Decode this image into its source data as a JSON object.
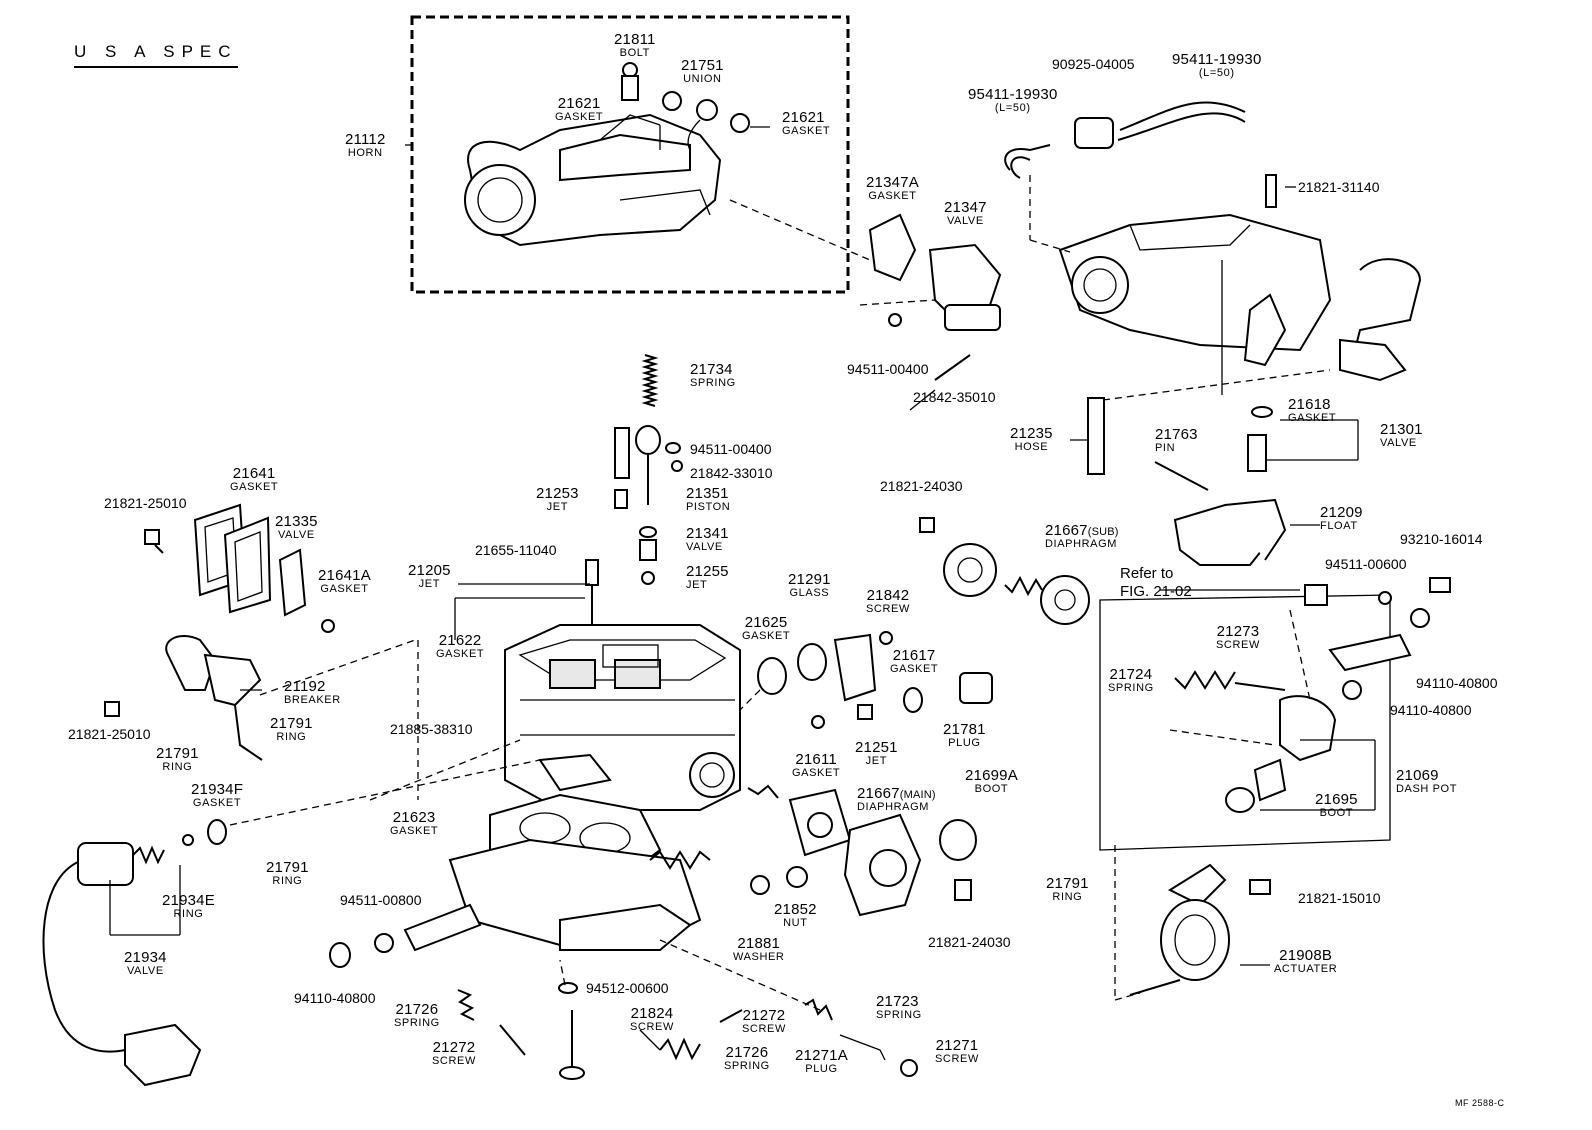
{
  "header": {
    "title": "U S A  SPEC"
  },
  "footer": {
    "code": "MF 2588-C"
  },
  "refer": {
    "line1": "Refer to",
    "line2": "FIG. 21-02"
  },
  "parts": {
    "p21811": {
      "number": "21811",
      "name": "BOLT"
    },
    "p21751": {
      "number": "21751",
      "name": "UNION"
    },
    "p21621a": {
      "number": "21621",
      "name": "GASKET"
    },
    "p21621b": {
      "number": "21621",
      "name": "GASKET"
    },
    "p21112": {
      "number": "21112",
      "name": "HORN"
    },
    "p21347a": {
      "number": "21347A",
      "name": "GASKET"
    },
    "p21347": {
      "number": "21347",
      "name": "VALVE"
    },
    "p90925": {
      "number": "90925-04005"
    },
    "p95411a": {
      "number": "95411-19930",
      "name": "(L=50)"
    },
    "p95411b": {
      "number": "95411-19930",
      "name": "(L=50)"
    },
    "p21821_31140": {
      "number": "21821-31140"
    },
    "p94511_00400a": {
      "number": "94511-00400"
    },
    "p21842_35010": {
      "number": "21842-35010"
    },
    "p21734": {
      "number": "21734",
      "name": "SPRING"
    },
    "p94511_00400b": {
      "number": "94511-00400"
    },
    "p21842_33010": {
      "number": "21842-33010"
    },
    "p21253": {
      "number": "21253",
      "name": "JET"
    },
    "p21351": {
      "number": "21351",
      "name": "PISTON"
    },
    "p21341": {
      "number": "21341",
      "name": "VALVE"
    },
    "p21255": {
      "number": "21255",
      "name": "JET"
    },
    "p21655": {
      "number": "21655-11040"
    },
    "p21205": {
      "number": "21205",
      "name": "JET"
    },
    "p21235": {
      "number": "21235",
      "name": "HOSE"
    },
    "p21763": {
      "number": "21763",
      "name": "PIN"
    },
    "p21618": {
      "number": "21618",
      "name": "GASKET"
    },
    "p21301": {
      "number": "21301",
      "name": "VALVE"
    },
    "p21209": {
      "number": "21209",
      "name": "FLOAT"
    },
    "p93210": {
      "number": "93210-16014"
    },
    "p94511_00600": {
      "number": "94511-00600"
    },
    "p21641": {
      "number": "21641",
      "name": "GASKET"
    },
    "p21821_25010a": {
      "number": "21821-25010"
    },
    "p21335": {
      "number": "21335",
      "name": "VALVE"
    },
    "p21641a": {
      "number": "21641A",
      "name": "GASKET"
    },
    "p21821_24030a": {
      "number": "21821-24030"
    },
    "p21667sub": {
      "number": "21667",
      "suffix": "(SUB)",
      "name": "DIAPHRAGM"
    },
    "p21291": {
      "number": "21291",
      "name": "GLASS"
    },
    "p21842": {
      "number": "21842",
      "name": "SCREW"
    },
    "p21625": {
      "number": "21625",
      "name": "GASKET"
    },
    "p21617": {
      "number": "21617",
      "name": "GASKET"
    },
    "p21622": {
      "number": "21622",
      "name": "GASKET"
    },
    "p21273": {
      "number": "21273",
      "name": "SCREW"
    },
    "p21724": {
      "number": "21724",
      "name": "SPRING"
    },
    "p94110_40800a": {
      "number": "94110-40800"
    },
    "p94110_40800b": {
      "number": "94110-40800"
    },
    "p21192": {
      "number": "21192",
      "name": "BREAKER"
    },
    "p21821_25010b": {
      "number": "21821-25010"
    },
    "p21791a": {
      "number": "21791",
      "name": "RING"
    },
    "p21885": {
      "number": "21885-38310"
    },
    "p21781": {
      "number": "21781",
      "name": "PLUG"
    },
    "p21611": {
      "number": "21611",
      "name": "GASKET"
    },
    "p21251": {
      "number": "21251",
      "name": "JET"
    },
    "p21791b": {
      "number": "21791",
      "name": "RING"
    },
    "p21934f": {
      "number": "21934F",
      "name": "GASKET"
    },
    "p21623": {
      "number": "21623",
      "name": "GASKET"
    },
    "p21667main": {
      "number": "21667",
      "suffix": "(MAIN)",
      "name": "DIAPHRAGM"
    },
    "p21699a": {
      "number": "21699A",
      "name": "BOOT"
    },
    "p21069": {
      "number": "21069",
      "name": "DASH POT"
    },
    "p21695": {
      "number": "21695",
      "name": "BOOT"
    },
    "p21791c": {
      "number": "21791",
      "name": "RING"
    },
    "p21934e": {
      "number": "21934E",
      "name": "RING"
    },
    "p94511_00800": {
      "number": "94511-00800"
    },
    "p21852": {
      "number": "21852",
      "name": "NUT"
    },
    "p21821_24030b": {
      "number": "21821-24030"
    },
    "p21791d": {
      "number": "21791",
      "name": "RING"
    },
    "p21821_15010": {
      "number": "21821-15010"
    },
    "p21934": {
      "number": "21934",
      "name": "VALVE"
    },
    "p21881": {
      "number": "21881",
      "name": "WASHER"
    },
    "p21908b": {
      "number": "21908B",
      "name": "ACTUATER"
    },
    "p94110_40800c": {
      "number": "94110-40800"
    },
    "p94512": {
      "number": "94512-00600"
    },
    "p21723": {
      "number": "21723",
      "name": "SPRING"
    },
    "p21726a": {
      "number": "21726",
      "name": "SPRING"
    },
    "p21824": {
      "number": "21824",
      "name": "SCREW"
    },
    "p21272a": {
      "number": "21272",
      "name": "SCREW"
    },
    "p21272b": {
      "number": "21272",
      "name": "SCREW"
    },
    "p21726b": {
      "number": "21726",
      "name": "SPRING"
    },
    "p21271a": {
      "number": "21271A",
      "name": "PLUG"
    },
    "p21271": {
      "number": "21271",
      "name": "SCREW"
    }
  }
}
